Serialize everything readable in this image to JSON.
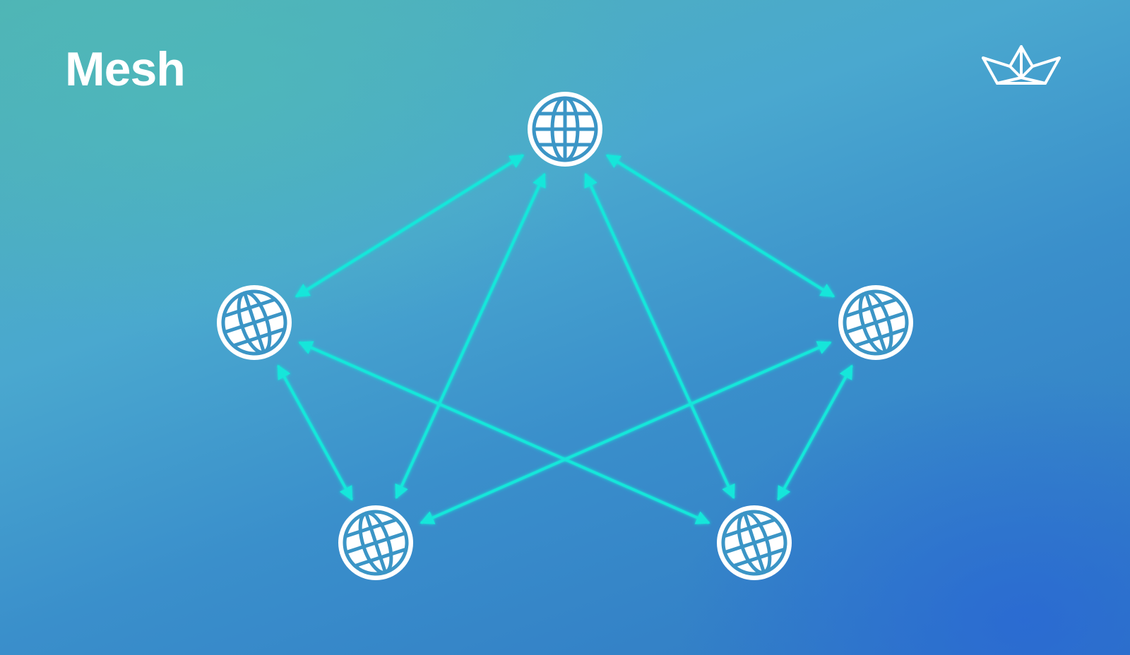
{
  "title": "Mesh",
  "icons": {
    "logo": "paper-boat-icon",
    "node": "globe-icon"
  },
  "colors": {
    "connection": "#12e6da",
    "node": "#ffffff",
    "title": "#ffffff"
  },
  "nodes": [
    {
      "id": "top",
      "icon": "globe-icon"
    },
    {
      "id": "left",
      "icon": "globe-icon"
    },
    {
      "id": "right",
      "icon": "globe-icon"
    },
    {
      "id": "bottom-left",
      "icon": "globe-icon"
    },
    {
      "id": "bottom-right",
      "icon": "globe-icon"
    }
  ],
  "connections": [
    {
      "from": "top",
      "to": "left",
      "direction": "bidirectional"
    },
    {
      "from": "top",
      "to": "right",
      "direction": "bidirectional"
    },
    {
      "from": "top",
      "to": "bottom-left",
      "direction": "bidirectional"
    },
    {
      "from": "top",
      "to": "bottom-right",
      "direction": "bidirectional"
    },
    {
      "from": "left",
      "to": "right",
      "direction": "bidirectional"
    },
    {
      "from": "left",
      "to": "bottom-left",
      "direction": "bidirectional"
    },
    {
      "from": "left",
      "to": "bottom-right",
      "direction": "bidirectional"
    },
    {
      "from": "right",
      "to": "bottom-left",
      "direction": "bidirectional"
    },
    {
      "from": "right",
      "to": "bottom-right",
      "direction": "bidirectional"
    },
    {
      "from": "bottom-left",
      "to": "bottom-right",
      "direction": "bidirectional"
    }
  ]
}
